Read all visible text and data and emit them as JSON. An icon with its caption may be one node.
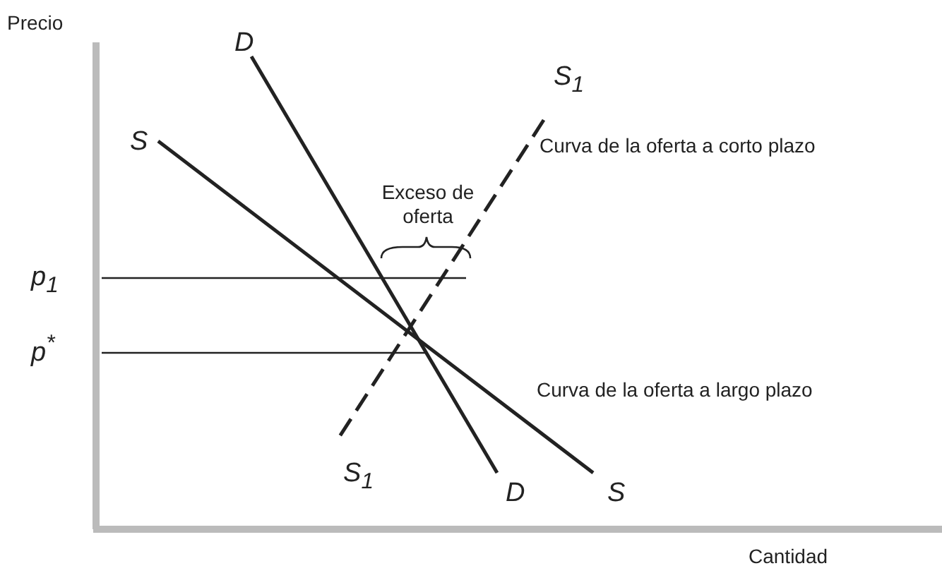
{
  "diagram": {
    "labels": [
      "Precio",
      "D",
      "S$_{1}$",
      "S",
      "Curva de la oferta a corto plazo",
      "Exceso de oferta",
      "p$_{1}$",
      "p$^{*}$",
      "Curva de la oferta a largo plazo",
      "S$_{1}$",
      "D",
      "S",
      "Cantidad"
    ]
  }
}
